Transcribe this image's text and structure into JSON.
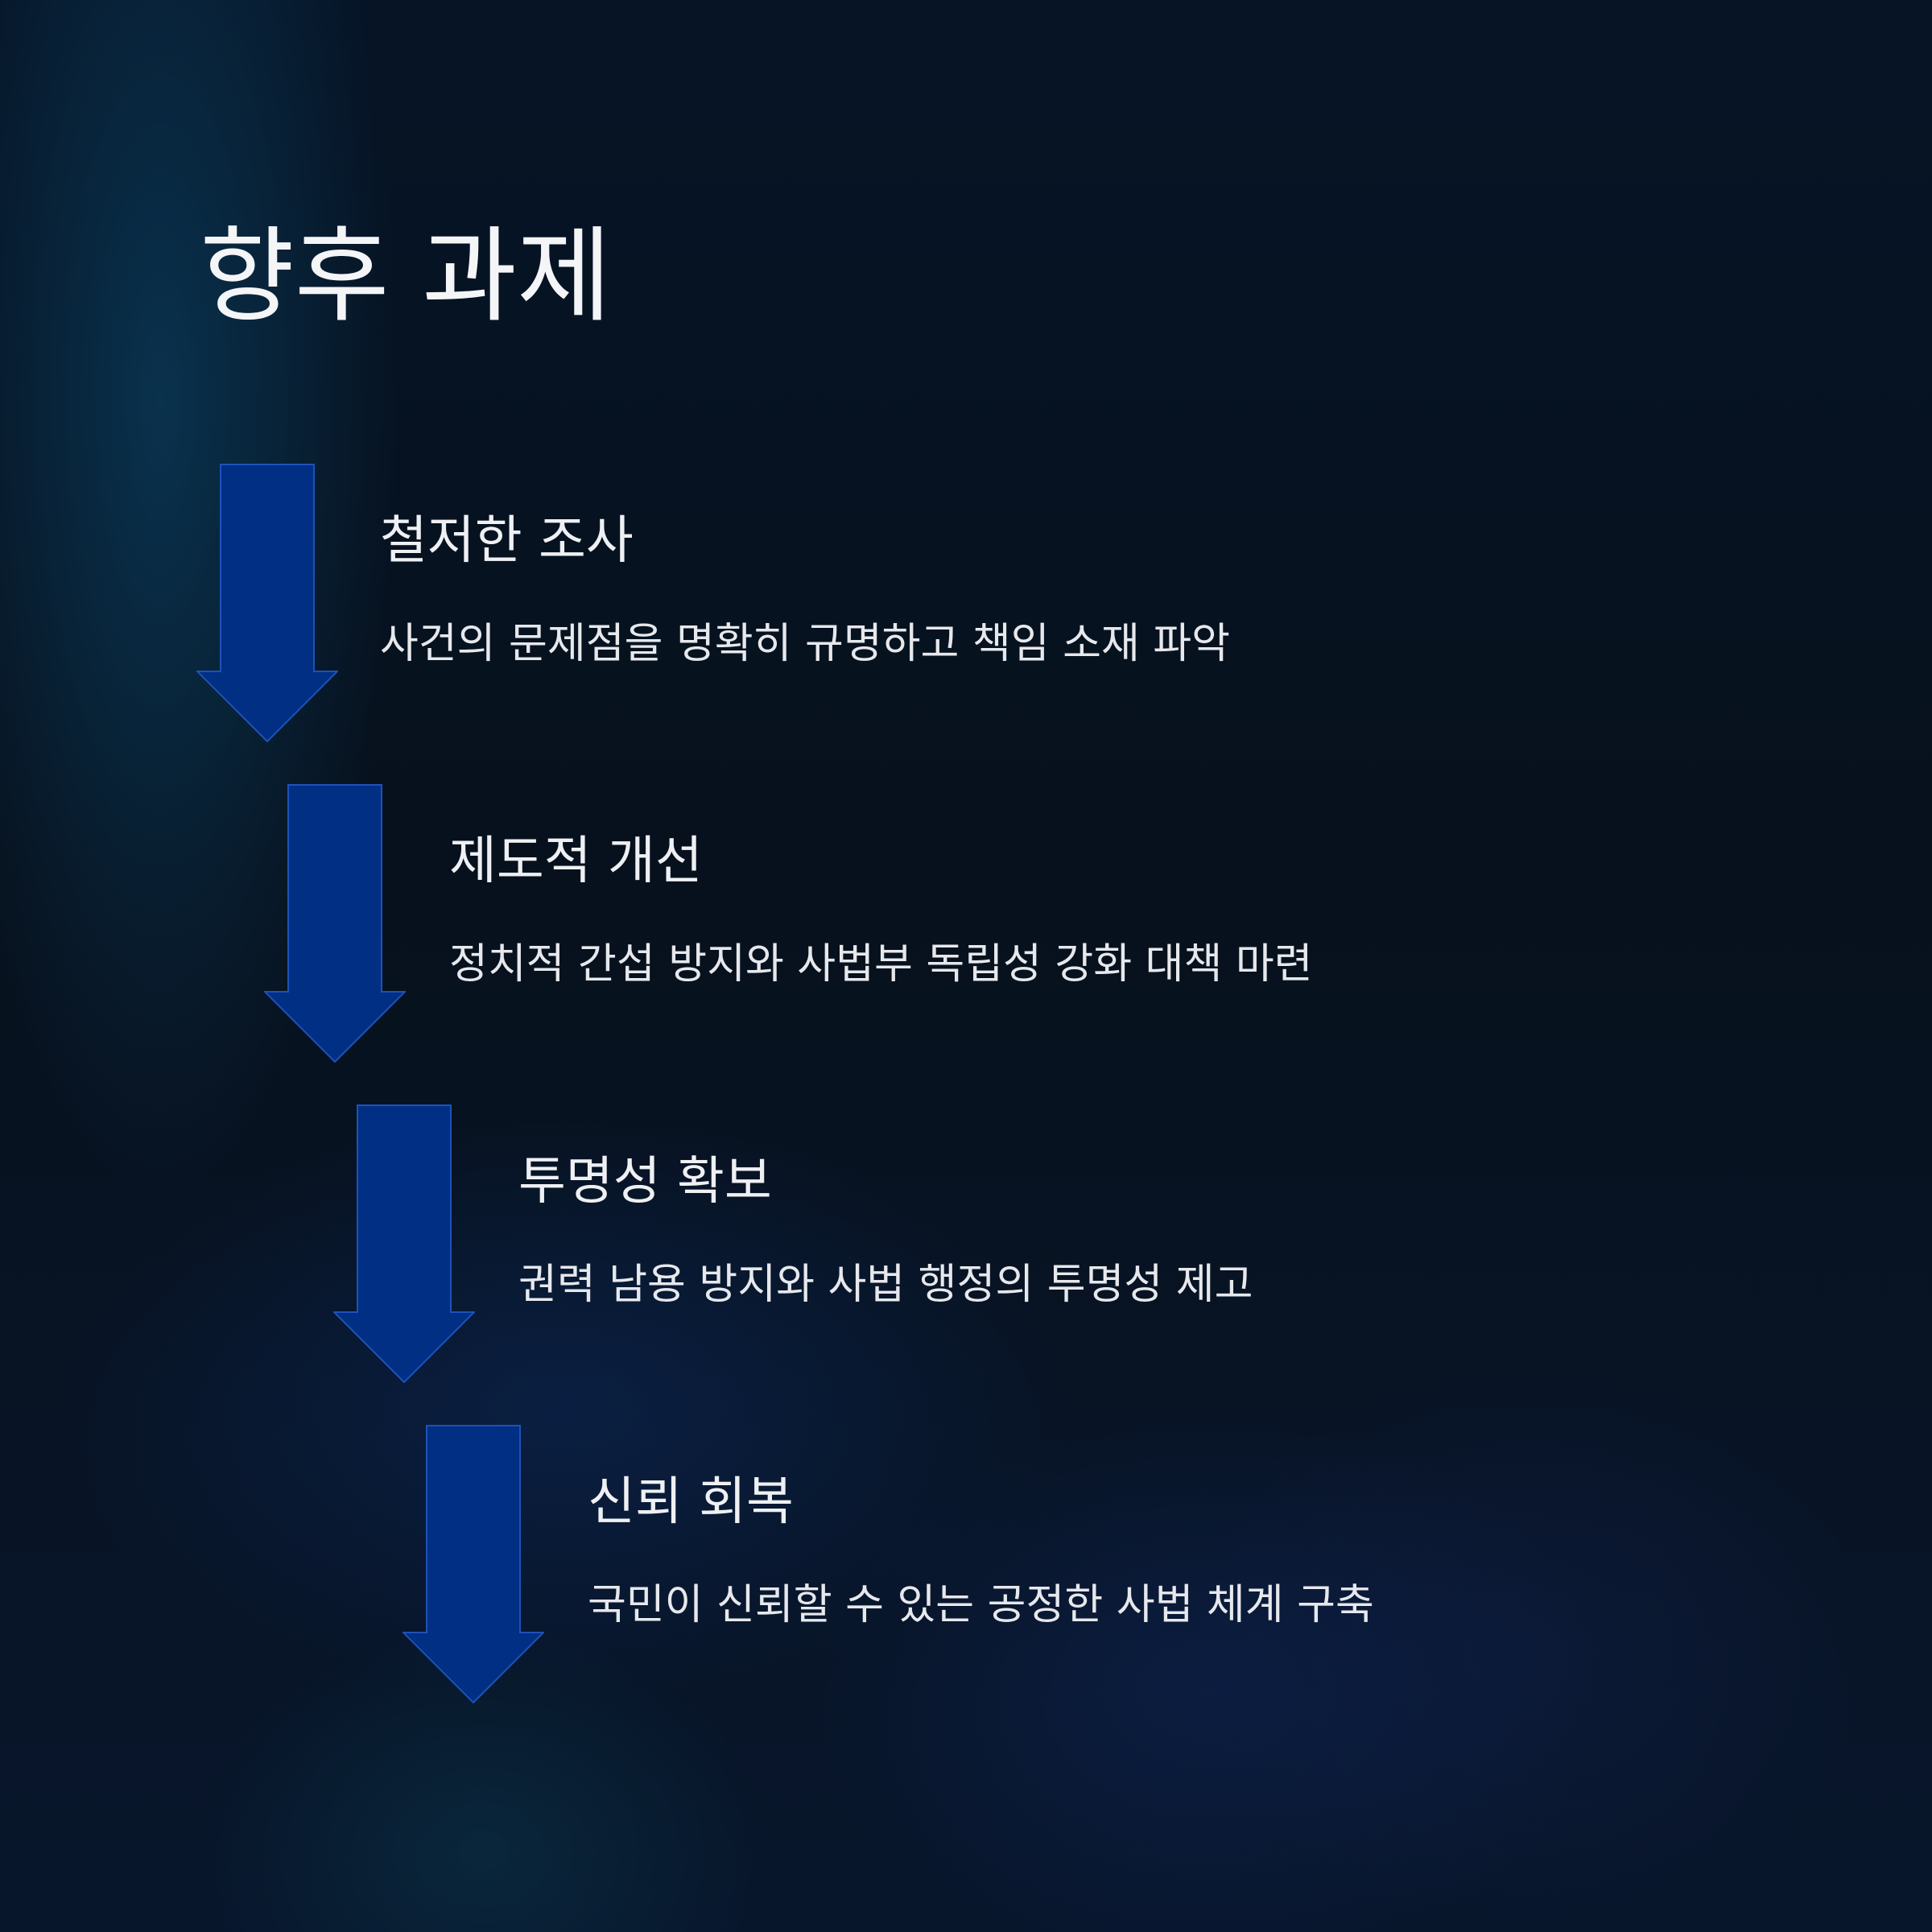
{
  "title": "향후 과제",
  "colors": {
    "arrow_fill": "#002f84",
    "arrow_stroke": "#1f52b8",
    "text": "#f2f3f5"
  },
  "steps": [
    {
      "heading": "철저한 조사",
      "description": "사건의 문제점을 명확히 규명하고 책임 소재 파악"
    },
    {
      "heading": "제도적 개선",
      "description": "정치적 간섭 방지와 사법부 독립성 강화 대책 마련"
    },
    {
      "heading": "투명성 확보",
      "description": "권력 남용 방지와 사법 행정의 투명성 제고"
    },
    {
      "heading": "신뢰 회복",
      "description": "국민이 신뢰할 수 있는 공정한 사법 체계 구축"
    }
  ]
}
